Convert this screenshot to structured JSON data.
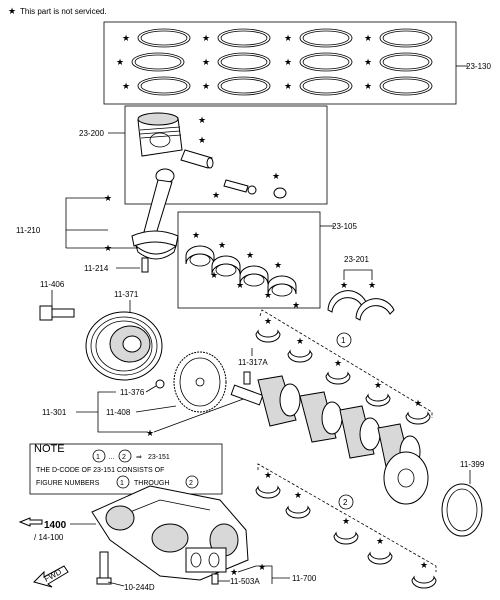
{
  "legend": {
    "star": "★",
    "text": "This part is not serviced."
  },
  "callouts": {
    "c23_130": "23-130",
    "c23_200": "23-200",
    "c11_210": "11-210",
    "c11_214": "11-214",
    "c11_406": "11-406",
    "c11_371": "11-371",
    "c23_105": "23-105",
    "c23_201": "23-201",
    "c11_317a": "11-317A",
    "c11_376": "11-376",
    "c11_301": "11-301",
    "c11_408": "11-408",
    "c11_399": "11-399",
    "c1400": "1400",
    "c14_100": "/ 14-100",
    "c10_244d": "10-244D",
    "c11_503a": "11-503A",
    "c11_700": "11-700"
  },
  "note": {
    "title": "NOTE",
    "line1_num1": "1",
    "line1_dots": "…",
    "line1_num2": "2",
    "line1_arrow": "⇒",
    "line1_ref": "23-151",
    "line2": "THE D-CODE OF  23-151  CONSISTS OF",
    "line3_a": "FIGURE NUMBERS",
    "line3_num1": "1",
    "line3_b": "THROUGH",
    "line3_num2": "2"
  },
  "markers": {
    "m1": "1",
    "m2": "2"
  },
  "fwd_label": "FWD"
}
